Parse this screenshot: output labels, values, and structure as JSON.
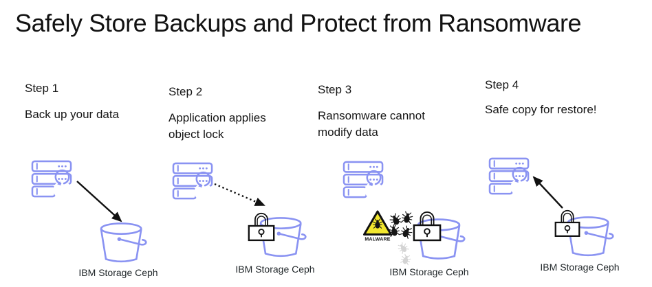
{
  "title": "Safely Store Backups and Protect from Ransomware",
  "steps": [
    {
      "heading": "Step 1",
      "description": "Back up your data",
      "storage_label": "IBM Storage Ceph"
    },
    {
      "heading": "Step 2",
      "description": "Application applies object lock",
      "storage_label": "IBM Storage Ceph"
    },
    {
      "heading": "Step 3",
      "description": "Ransomware cannot modify data",
      "storage_label": "IBM Storage Ceph"
    },
    {
      "heading": "Step 4",
      "description": "Safe copy for restore!",
      "storage_label": "IBM Storage Ceph"
    }
  ],
  "malware": {
    "label": "MALWARE"
  },
  "icons": {
    "server": "server-backup-icon",
    "bucket": "storage-bucket-icon",
    "lock": "object-lock-icon",
    "bug": "ransomware-bug-icon",
    "malware_triangle": "malware-warning-icon",
    "arrows": [
      "backup-arrow",
      "object-lock-arrow",
      "restore-arrow"
    ]
  },
  "colors": {
    "accent_periwinkle": "#8a93f2",
    "arrow_black": "#111111",
    "warning_yellow": "#f2e72e",
    "text_dark": "#161616",
    "faded_bug_gray": "#8f8f8f",
    "background": "#ffffff"
  }
}
